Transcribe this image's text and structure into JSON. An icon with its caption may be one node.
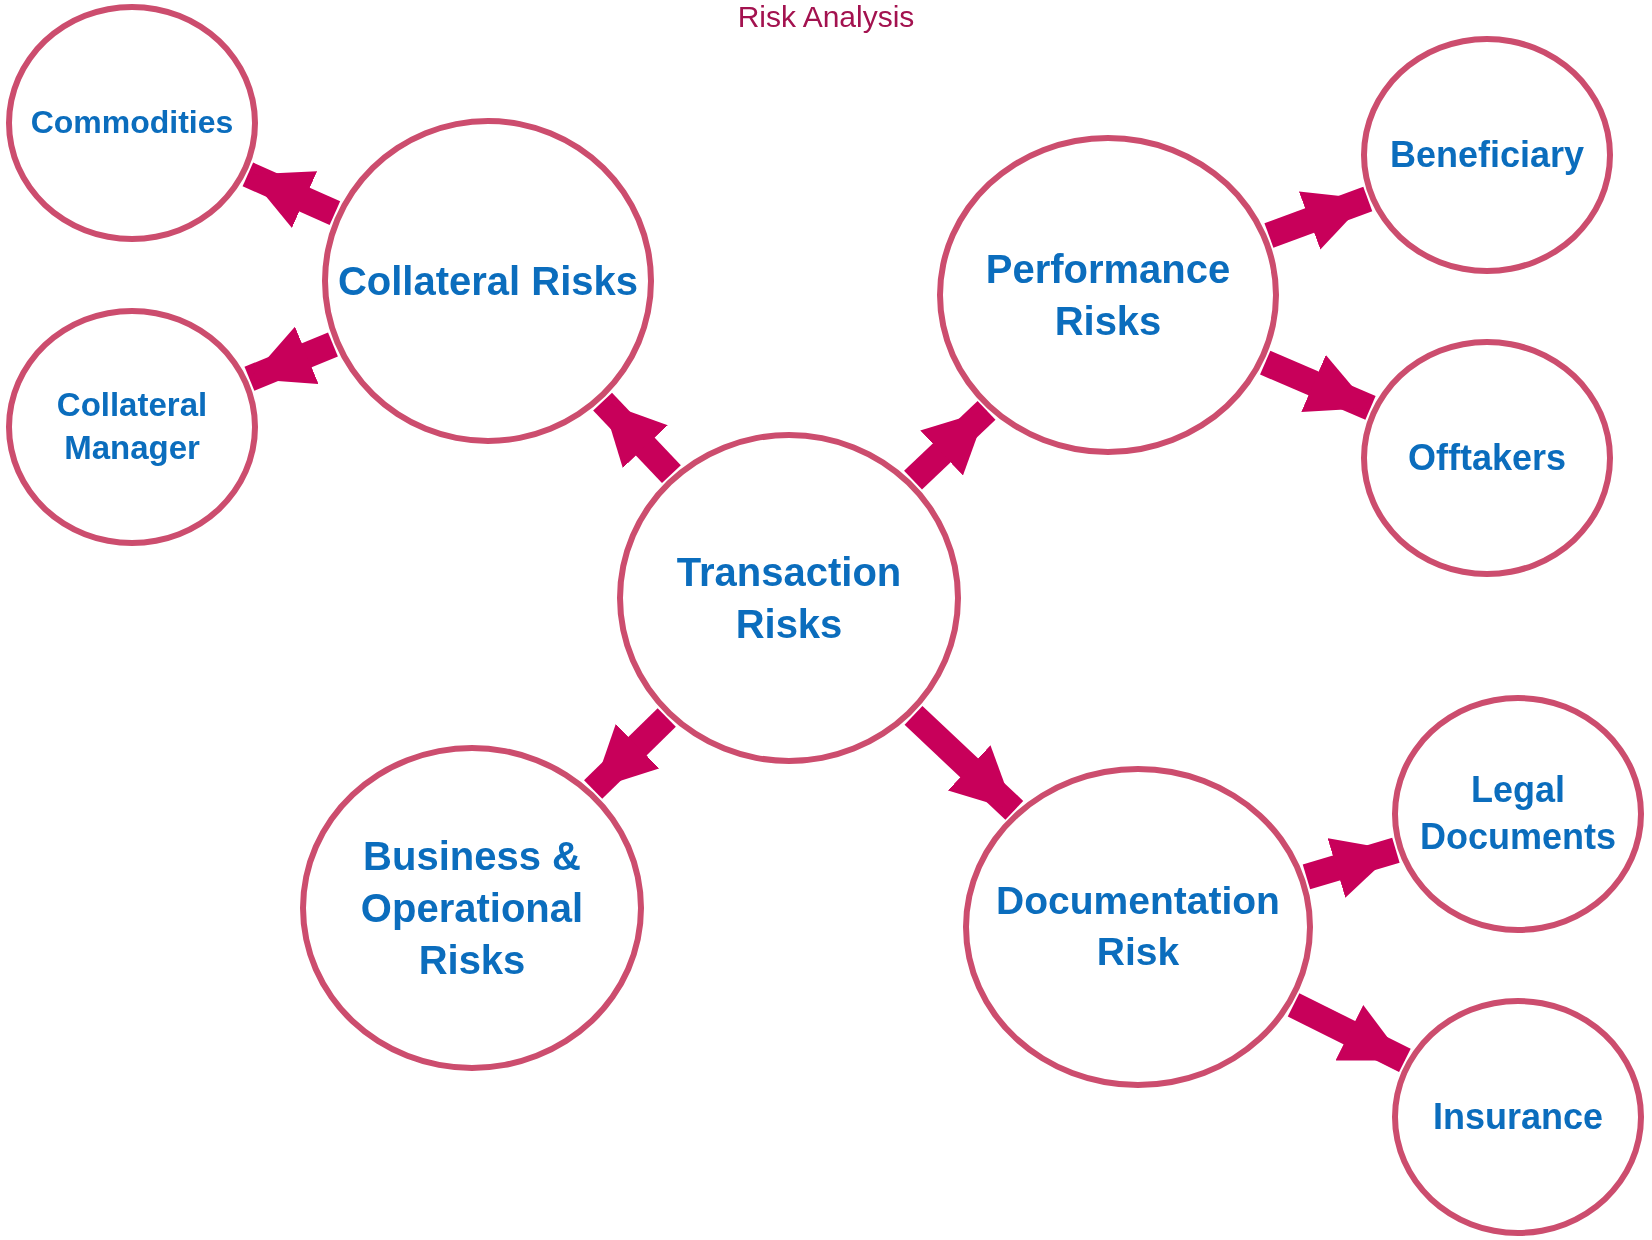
{
  "diagram": {
    "title": "Risk Analysis",
    "nodes": [
      {
        "text": [
          "Commodities"
        ]
      },
      {
        "text": [
          "Collateral Risks"
        ]
      },
      {
        "text": [
          "Collateral Manager"
        ]
      },
      {
        "text": [
          "Transaction Risks"
        ]
      },
      {
        "text": [
          "Performance Risks"
        ]
      },
      {
        "text": [
          "Beneficiary"
        ]
      },
      {
        "text": [
          "Offtakers"
        ]
      },
      {
        "text": [
          "Business & Operational Risks"
        ]
      },
      {
        "text": [
          "Documentation Risk"
        ]
      },
      {
        "text": [
          "Legal Documents"
        ]
      },
      {
        "text": [
          "Insurance"
        ]
      }
    ],
    "edges": [
      {
        "from": 3,
        "to": 1,
        "arrow": "to"
      },
      {
        "from": 3,
        "to": 4,
        "arrow": "to"
      },
      {
        "from": 3,
        "to": 7,
        "arrow": "to"
      },
      {
        "from": 3,
        "to": 8,
        "arrow": "to"
      },
      {
        "from": 1,
        "to": 0,
        "arrow": "to"
      },
      {
        "from": 1,
        "to": 2,
        "arrow": "to"
      },
      {
        "from": 4,
        "to": 5,
        "arrow": "to"
      },
      {
        "from": 4,
        "to": 6,
        "arrow": "to"
      },
      {
        "from": 8,
        "to": 9,
        "arrow": "to"
      },
      {
        "from": 8,
        "to": 10,
        "arrow": "to"
      }
    ]
  }
}
